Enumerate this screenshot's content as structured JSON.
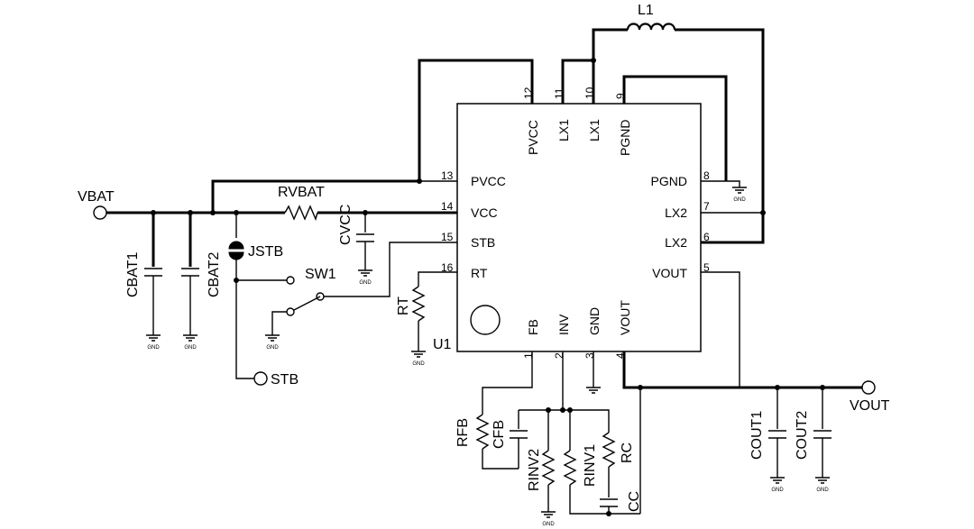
{
  "ic": {
    "ref": "U1",
    "pins": [
      {
        "num": "1",
        "name": "FB"
      },
      {
        "num": "2",
        "name": "INV"
      },
      {
        "num": "3",
        "name": "GND"
      },
      {
        "num": "4",
        "name": "VOUT"
      },
      {
        "num": "5",
        "name": "VOUT"
      },
      {
        "num": "6",
        "name": "LX2"
      },
      {
        "num": "7",
        "name": "LX2"
      },
      {
        "num": "8",
        "name": "PGND"
      },
      {
        "num": "9",
        "name": "PGND"
      },
      {
        "num": "10",
        "name": "LX1"
      },
      {
        "num": "11",
        "name": "LX1"
      },
      {
        "num": "12",
        "name": "PVCC"
      },
      {
        "num": "13",
        "name": "PVCC"
      },
      {
        "num": "14",
        "name": "VCC"
      },
      {
        "num": "15",
        "name": "STB"
      },
      {
        "num": "16",
        "name": "RT"
      }
    ]
  },
  "components": {
    "l1": "L1",
    "rvbat": "RVBAT",
    "cbat1": "CBAT1",
    "cbat2": "CBAT2",
    "jstb": "JSTB",
    "cvcc": "CVCC",
    "sw1": "SW1",
    "rt": "RT",
    "rfb": "RFB",
    "cfb": "CFB",
    "rinv2": "RINV2",
    "rinv1": "RINV1",
    "rc": "RC",
    "cc": "CC",
    "cout1": "COUT1",
    "cout2": "COUT2"
  },
  "ports": {
    "vbat": "VBAT",
    "vout": "VOUT",
    "stb": "STB"
  },
  "gnd_label": "GND"
}
